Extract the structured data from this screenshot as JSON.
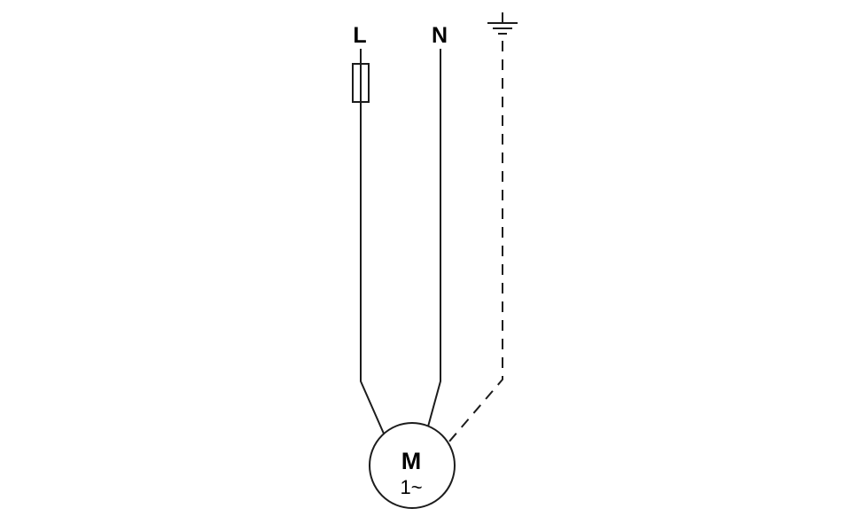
{
  "diagram": {
    "type": "wiring-diagram",
    "description": "Single-phase motor supply connection: fused line conductor L, neutral N, dashed protective earth conductor joining motor circle",
    "labels": {
      "line": "L",
      "neutral": "N",
      "motor": "M",
      "phase": "1~"
    },
    "colors": {
      "stroke": "#1c1c1c",
      "background": "#ffffff"
    }
  }
}
